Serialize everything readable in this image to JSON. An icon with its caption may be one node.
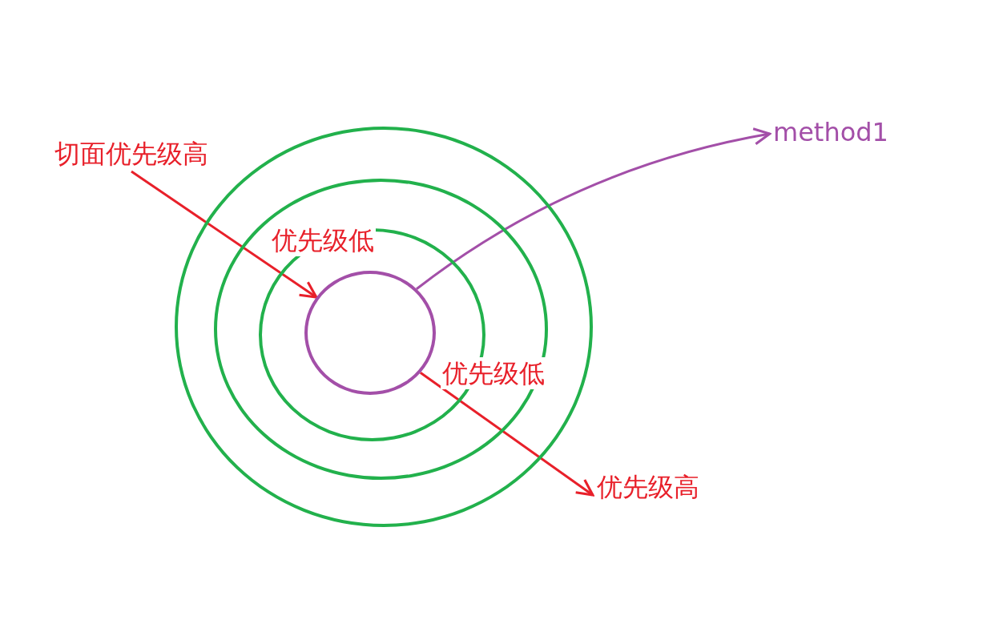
{
  "diagram": {
    "nodes": [
      {
        "text": [
          "切面优先级高"
        ]
      },
      {
        "text": [],
        "shape": "circle"
      },
      {
        "text": [],
        "shape": "circle",
        "in": 1
      },
      {
        "text": [],
        "shape": "circle",
        "in": 2
      },
      {
        "text": [],
        "shape": "circle",
        "in": 3
      },
      {
        "text": [
          "method1"
        ]
      },
      {
        "text": [
          "优先级高"
        ]
      }
    ],
    "edges": [
      {
        "from": 0,
        "to": 4,
        "arrow": "to"
      },
      {
        "from": 4,
        "to": 5,
        "arrow": "to",
        "color": "#a34fa8"
      },
      {
        "from": 4,
        "to": 6,
        "arrow": "to"
      }
    ],
    "labels": [
      "优先级低",
      "优先级低"
    ]
  }
}
